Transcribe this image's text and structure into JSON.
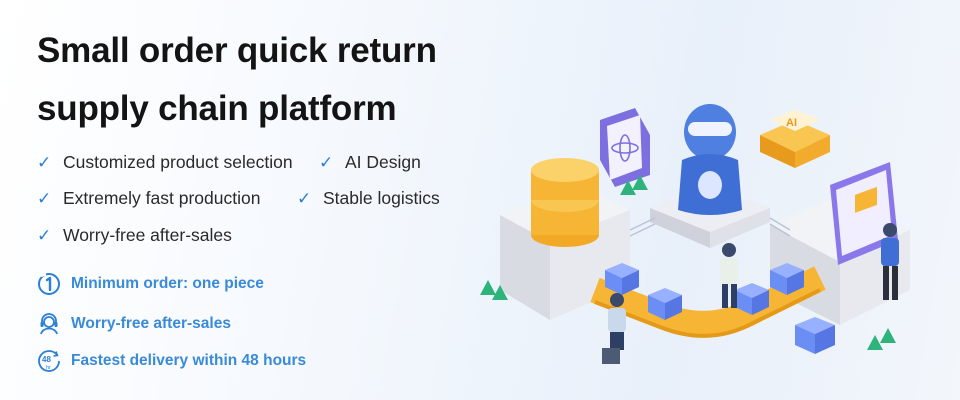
{
  "hero": {
    "title_line1": "Small order quick return",
    "title_line2": "supply chain platform"
  },
  "features": [
    {
      "label": "Customized product selection"
    },
    {
      "label": "AI Design"
    },
    {
      "label": "Extremely fast production"
    },
    {
      "label": "Stable logistics"
    },
    {
      "label": "Worry-free after-sales"
    }
  ],
  "benefits": [
    {
      "label": "Minimum order: one piece",
      "icon": "one-piece-icon"
    },
    {
      "label": "Worry-free after-sales",
      "icon": "support-headset-icon"
    },
    {
      "label": "Fastest delivery within 48 hours",
      "icon": "clock-48hr-icon"
    }
  ],
  "illustration": {
    "badge_text": "AI",
    "clock_text": "48",
    "clock_sub": "hr"
  },
  "colors": {
    "accent": "#2b7fd6",
    "benefit_text": "#3a8ad8",
    "conveyor": "#f6b534",
    "robot": "#4f7fe0",
    "cube": "#6b8ef5"
  }
}
